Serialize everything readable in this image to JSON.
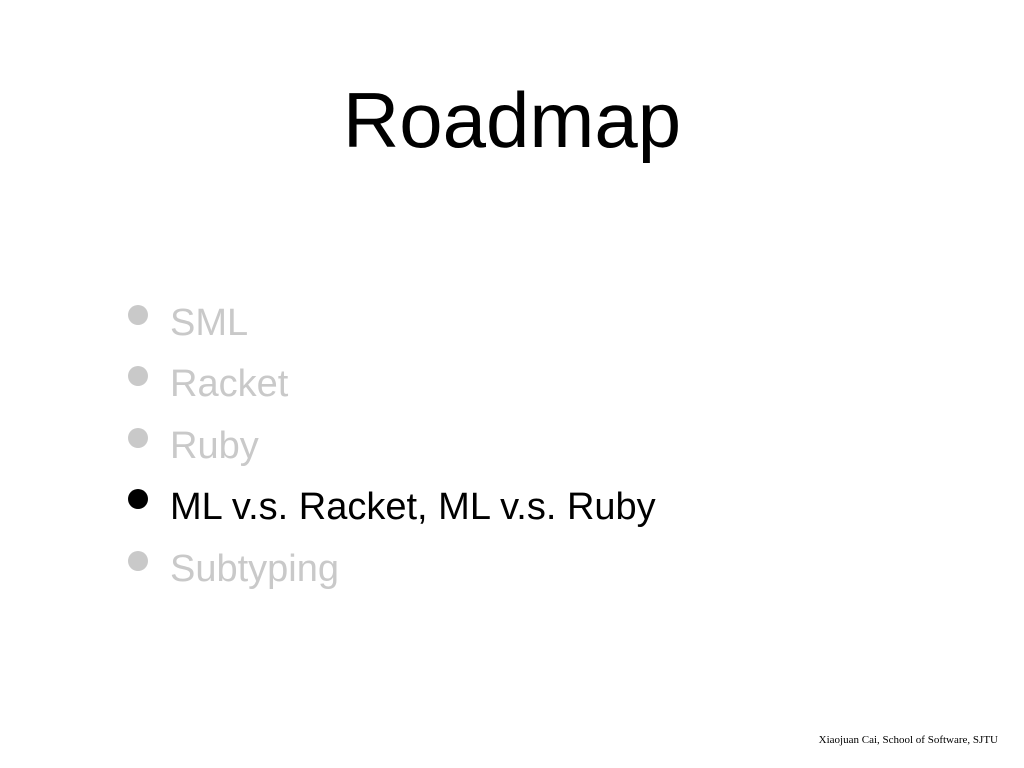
{
  "slide": {
    "title": "Roadmap",
    "bullets": [
      {
        "label": "SML",
        "color": "#c9c9c9"
      },
      {
        "label": "Racket",
        "color": "#c9c9c9"
      },
      {
        "label": "Ruby",
        "color": "#c9c9c9"
      },
      {
        "label": "ML v.s. Racket, ML v.s. Ruby",
        "color": "#000000"
      },
      {
        "label": "Subtyping",
        "color": "#c9c9c9"
      }
    ],
    "footer": "Xiaojuan Cai, School of Software, SJTU"
  }
}
